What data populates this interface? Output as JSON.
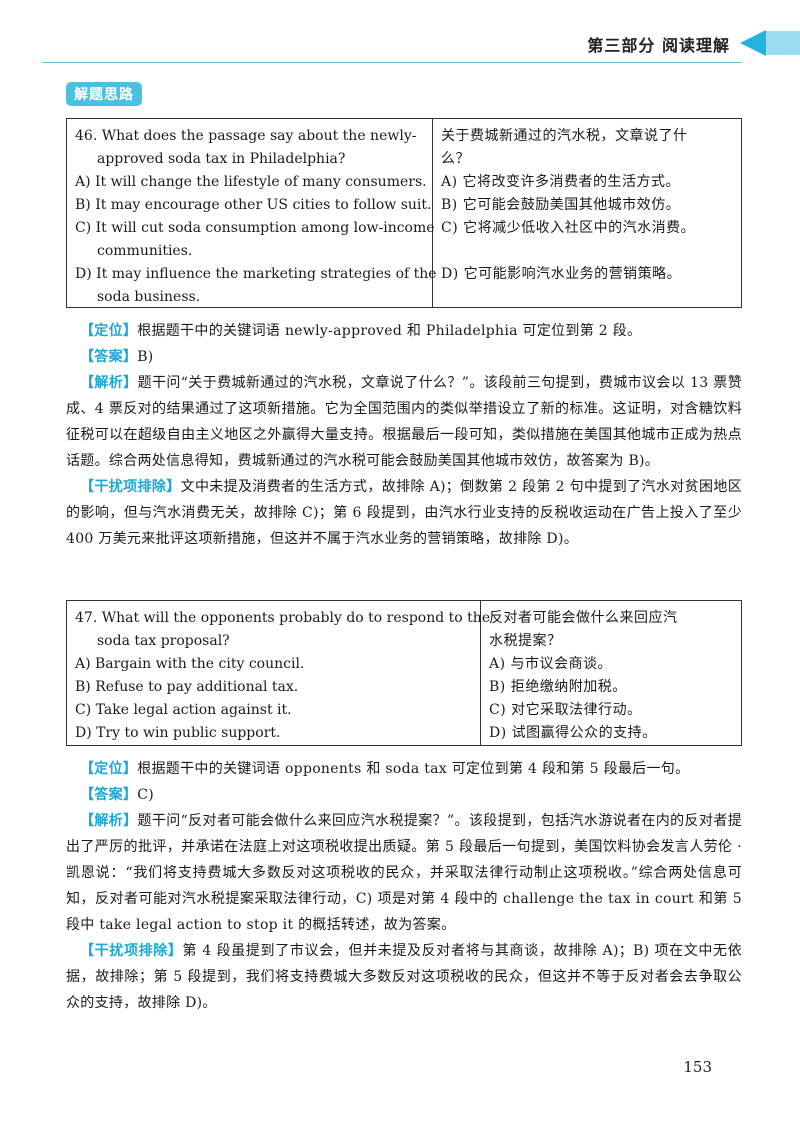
{
  "header": {
    "title": "第三部分  阅读理解",
    "accent": "#22b4dc"
  },
  "badge": "解题思路",
  "q46": {
    "en": [
      "46. What does the passage say about the newly-",
      "approved soda tax in Philadelphia?",
      "A) It will change the lifestyle of many consumers.",
      "B) It may encourage other US cities to follow suit.",
      "C) It will cut soda consumption among low-income",
      "communities.",
      "D) It may influence the marketing strategies of the",
      "soda business."
    ],
    "cn": [
      "关于费城新通过的汽水税，文章说了什",
      "么？",
      "A) 它将改变许多消费者的生活方式。",
      "B) 它可能会鼓励美国其他城市效仿。",
      "C) 它将减少低收入社区中的汽水消费。",
      "",
      "D) 它可能影响汽水业务的营销策略。",
      ""
    ],
    "locate_tag": "【定位】",
    "locate": "根据题干中的关键词语 newly-approved 和 Philadelphia 可定位到第 2 段。",
    "answer_tag": "【答案】",
    "answer": "B)",
    "analysis_tag": "【解析】",
    "analysis": "题干问“关于费城新通过的汽水税，文章说了什么？”。该段前三句提到，费城市议会以 13 票赞成、4 票反对的结果通过了这项新措施。它为全国范围内的类似举措设立了新的标准。这证明，对含糖饮料征税可以在超级自由主义地区之外赢得大量支持。根据最后一段可知，类似措施在美国其他城市正成为热点话题。综合两处信息得知，费城新通过的汽水税可能会鼓励美国其他城市效仿，故答案为 B)。",
    "exclude_tag": "【干扰项排除】",
    "exclude": "文中未提及消费者的生活方式，故排除 A)；倒数第 2 段第 2 句中提到了汽水对贫困地区的影响，但与汽水消费无关，故排除 C)；第 6 段提到，由汽水行业支持的反税收运动在广告上投入了至少 400 万美元来批评这项新措施，但这并不属于汽水业务的营销策略，故排除 D)。"
  },
  "q47": {
    "en": [
      "47. What will the opponents probably do to respond to the",
      "soda tax proposal?",
      "A) Bargain with the city council.",
      "B) Refuse to pay additional tax.",
      "C) Take legal action against it.",
      "D) Try to win public support."
    ],
    "cn": [
      "反对者可能会做什么来回应汽",
      "水税提案？",
      "A) 与市议会商谈。",
      "B) 拒绝缴纳附加税。",
      "C) 对它采取法律行动。",
      "D) 试图赢得公众的支持。"
    ],
    "locate_tag": "【定位】",
    "locate": "根据题干中的关键词语 opponents 和 soda tax 可定位到第 4 段和第 5 段最后一句。",
    "answer_tag": "【答案】",
    "answer": "C)",
    "analysis_tag": "【解析】",
    "analysis": "题干问“反对者可能会做什么来回应汽水税提案？”。该段提到，包括汽水游说者在内的反对者提出了严厉的批评，并承诺在法庭上对这项税收提出质疑。第 5 段最后一句提到，美国饮料协会发言人劳伦 · 凯恩说：“我们将支持费城大多数反对这项税收的民众，并采取法律行动制止这项税收。”综合两处信息可知，反对者可能对汽水税提案采取法律行动，C) 项是对第 4 段中的 challenge the tax in court 和第 5 段中 take legal action to stop it 的概括转述，故为答案。",
    "exclude_tag": "【干扰项排除】",
    "exclude": "第 4 段虽提到了市议会，但并未提及反对者将与其商谈，故排除 A)；B) 项在文中无依据，故排除；第 5 段提到，我们将支持费城大多数反对这项税收的民众，但这并不等于反对者会去争取公众的支持，故排除 D)。"
  },
  "page_number": "153"
}
